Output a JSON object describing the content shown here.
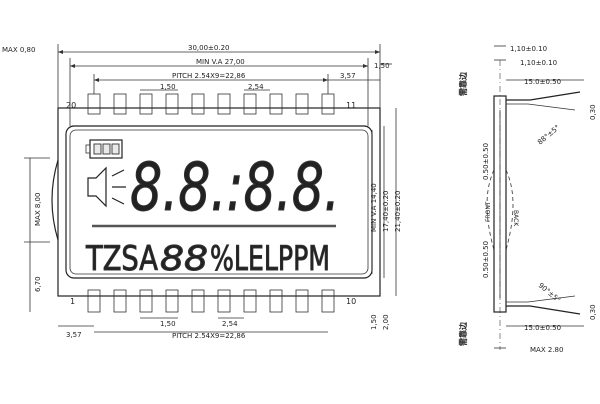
{
  "drawing": {
    "dimensions": {
      "max_thickness_left": "MAX 0,80",
      "overall_width": "30,00±0.20",
      "min_view_area": "MIN V.A 27,00",
      "pitch_top": "PITCH 2.54X9=22,86",
      "pitch_bottom": "PITCH 2.54X9=22,86",
      "pin_offset_right_top": "3,57",
      "pin_offset_left_bottom": "3,57",
      "right_margin_top": "1,50",
      "pin_width_top": "1,50",
      "pin_spacing_top": "2,54",
      "pin_width_bottom": "1,50",
      "pin_spacing_bottom": "2,54",
      "max_height_left": "MAX 8,00",
      "pin_length_left": "6,70",
      "min_va_height": "MIN V.A 14,40",
      "va_height": "17,40±0.20",
      "overall_height": "21,40±0.20",
      "bottom_pin_a": "1,50",
      "bottom_pin_b": "2,00"
    },
    "pins": {
      "top_left": "20",
      "top_right": "11",
      "bottom_left": "1",
      "bottom_right": "10"
    },
    "lcd_text": {
      "main_digits": "8.8.:8.8.",
      "bottom_row": "TZSA",
      "small_digits": "88",
      "units": "%LELPPM"
    },
    "side_view": {
      "top_dim_1": "1,10±0.10",
      "top_dim_2": "1,10±0.10",
      "top_dim_3": "15.0±0.50",
      "bottom_dim": "15.0±0.50",
      "max_thickness": "MAX 2.80",
      "angle_top": "88°±5°",
      "angle_bottom": "90°±5°",
      "lead_offset_top": "0.50±0.50",
      "lead_offset_bottom": "0.50±0.50",
      "gap_top": "0,30",
      "gap_bottom": "0,30",
      "label_front": "FRONT",
      "label_back": "BACK",
      "marker_top": "需靠边",
      "marker_bottom": "需靠边"
    }
  }
}
